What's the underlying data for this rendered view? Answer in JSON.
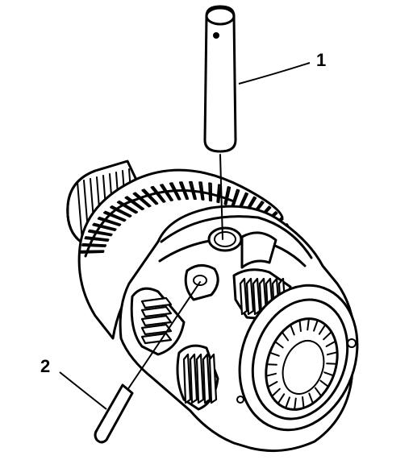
{
  "callouts": [
    {
      "number": "1",
      "item": "pin"
    },
    {
      "number": "2",
      "item": "small-pin"
    }
  ]
}
